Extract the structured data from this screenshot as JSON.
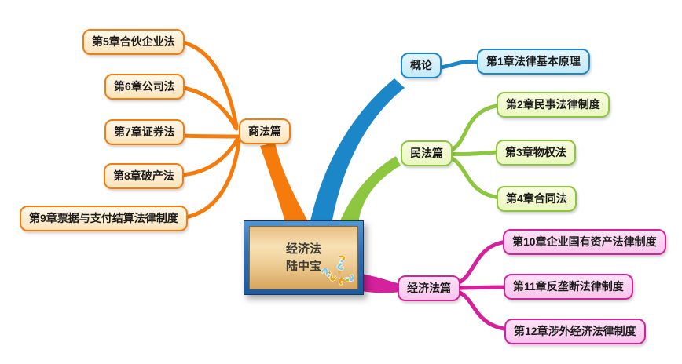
{
  "root": {
    "title_line1": "经济法",
    "title_line2": "陆中宝",
    "icon": "question-marks-flower-icon"
  },
  "branches": [
    {
      "label": "商法篇",
      "accent_color": "#F47B0C",
      "fill_color": "#FBE4BC",
      "children": [
        "第5章合伙企业法",
        "第6章公司法",
        "第7章证券法",
        "第8章破产法",
        "第9章票据与支付结算法律制度"
      ]
    },
    {
      "label": "概论",
      "accent_color": "#1B87C9",
      "fill_color": "#C4EAF9",
      "children": [
        "第1章法律基本原理"
      ]
    },
    {
      "label": "民法篇",
      "accent_color": "#8CC63F",
      "fill_color": "#EAF7BF",
      "children": [
        "第2章民事法律制度",
        "第3章物权法",
        "第4章合同法"
      ]
    },
    {
      "label": "经济法篇",
      "accent_color": "#D4219C",
      "fill_color": "#F9C5EC",
      "children": [
        "第10章企业国有资产法律制度",
        "第11章反垄断法律制度",
        "第12章涉外经济法律制度"
      ]
    }
  ]
}
